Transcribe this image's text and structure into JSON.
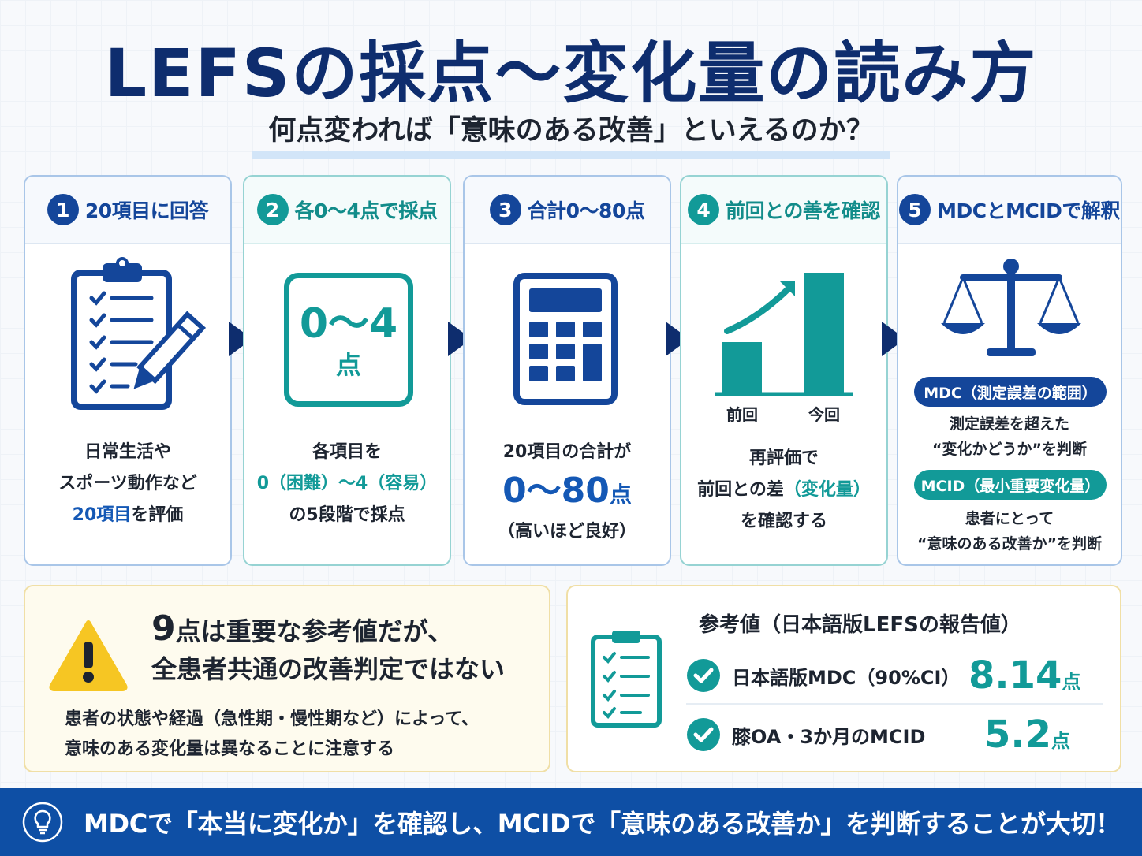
{
  "title": "LEFSの採点〜変化量の読み方",
  "subtitle": "何点変われば「意味のある改善」といえるのか？",
  "steps": [
    {
      "num": "1",
      "title": "20項目に回答",
      "desc_line1": "日常生活や",
      "desc_line2": "スポーツ動作など",
      "desc_hl": "20項目",
      "desc_tail": "を評価"
    },
    {
      "num": "2",
      "title": "各0〜4点で採点",
      "icon_value": "0〜4",
      "icon_unit": "点",
      "desc_line1": "各項目を",
      "desc_hl": "0（困難）〜4（容易）",
      "desc_line3": "の5段階で採点"
    },
    {
      "num": "3",
      "title": "合計0〜80点",
      "desc_line1": "20項目の合計が",
      "desc_big": "0〜80",
      "desc_big_unit": "点",
      "desc_line3": "（高いほど良好）"
    },
    {
      "num": "4",
      "title": "前回との善を確認",
      "bar_before_label": "前回",
      "bar_after_label": "今回",
      "desc_line1": "再評価で",
      "desc_pre": "前回との差",
      "desc_hl": "（変化量）",
      "desc_line3": "を確認する"
    },
    {
      "num": "5",
      "title": "MDCとMCIDで解釈",
      "mdc_pill": "MDC（測定誤差の範囲）",
      "mdc_line1": "測定誤差を超えた",
      "mdc_line2": "“変化かどうか”を判断",
      "mcid_pill": "MCID（最小重要変化量）",
      "mcid_line1": "患者にとって",
      "mcid_line2": "“意味のある改善か”を判断"
    }
  ],
  "warning": {
    "head_big": "9",
    "head_line1": "点は重要な参考値だが、",
    "head_line2": "全患者共通の改善判定ではない",
    "body_line1": "患者の状態や経過（急性期・慢性期など）によって、",
    "body_line2": "意味のある変化量は異なることに注意する"
  },
  "reference": {
    "title": "参考値（日本語版LEFSの報告値）",
    "rows": [
      {
        "label": "日本語版MDC（90%CI）",
        "value": "8.14",
        "unit": "点"
      },
      {
        "label": "膝OA・3か月のMCID",
        "value": "5.2",
        "unit": "点"
      }
    ]
  },
  "footer": {
    "text": "MDCで「本当に変化か」を確認し、MCIDで「意味のある改善か」を判断することが大切！"
  },
  "colors": {
    "navy": "#14469a",
    "teal": "#129a98",
    "dark_navy": "#0e2d6e",
    "footer_bg": "#0e4fa5",
    "warning_yellow": "#f6c623"
  }
}
